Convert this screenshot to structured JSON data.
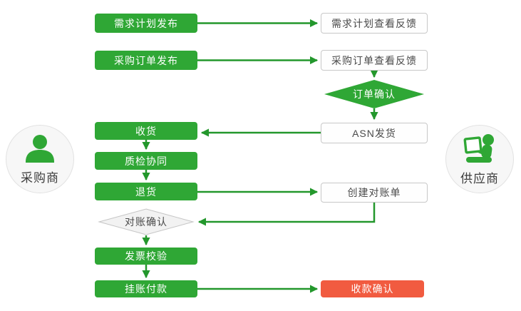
{
  "diagram_title": "procurement-supplier-collaboration-flow",
  "actors": {
    "buyer": {
      "label": "采购商",
      "icon": "person-icon"
    },
    "supplier": {
      "label": "供应商",
      "icon": "person-with-laptop-icon"
    }
  },
  "flow": {
    "buyer_steps": [
      {
        "label": "需求计划发布",
        "type": "process"
      },
      {
        "label": "采购订单发布",
        "type": "process"
      },
      {
        "label": "收货",
        "type": "process"
      },
      {
        "label": "质检协同",
        "type": "process"
      },
      {
        "label": "退货",
        "type": "process"
      },
      {
        "label": "对账确认",
        "type": "decision"
      },
      {
        "label": "发票校验",
        "type": "process"
      },
      {
        "label": "挂账付款",
        "type": "process"
      }
    ],
    "supplier_steps": [
      {
        "label": "需求计划查看反馈",
        "type": "feedback"
      },
      {
        "label": "采购订单查看反馈",
        "type": "feedback"
      },
      {
        "label": "订单确认",
        "type": "decision"
      },
      {
        "label": "ASN发货",
        "type": "feedback"
      },
      {
        "label": "创建对账单",
        "type": "feedback"
      },
      {
        "label": "收款确认",
        "type": "final"
      }
    ]
  },
  "colors": {
    "process_green": "#2fa735",
    "connector_green": "#23972c",
    "final_red": "#f15b40",
    "feedback_border": "#c8c8c8",
    "decision_gray_fill": "#f2f2f2",
    "actor_circle_fill": "#f7f7f7"
  }
}
